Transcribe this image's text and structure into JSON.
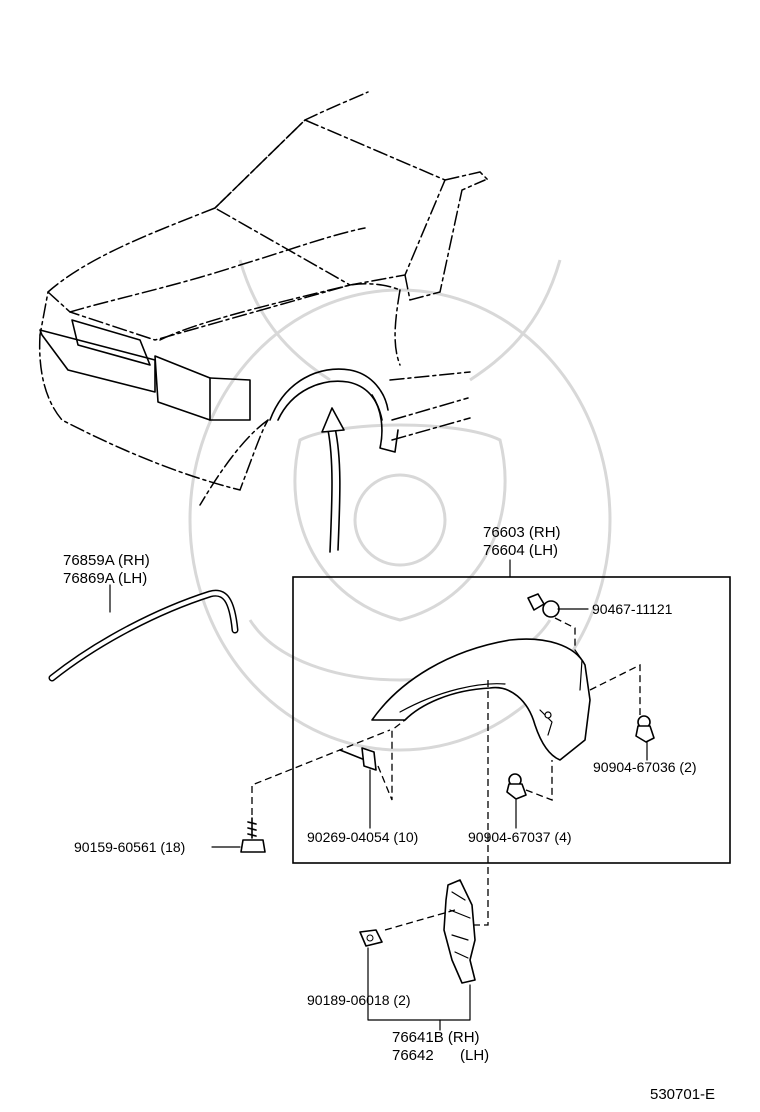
{
  "diagram_code": "530701-E",
  "parts": {
    "flare_assy": {
      "rh": "76603 (RH)",
      "lh": "76604 (LH)"
    },
    "moulding": {
      "rh": "76859A (RH)",
      "lh": "76869A (LH)"
    },
    "screw_top": "90467-11121",
    "clip_right": "90904-67036 (2)",
    "clip_bottom": "90904-67037 (4)",
    "rivet": "90269-04054 (10)",
    "bolt": "90159-60561 (18)",
    "nut": "90189-06018 (2)",
    "mudguard_rh": "76641B (RH)",
    "mudguard_lh_num": "76642",
    "mudguard_lh_side": "(LH)"
  }
}
